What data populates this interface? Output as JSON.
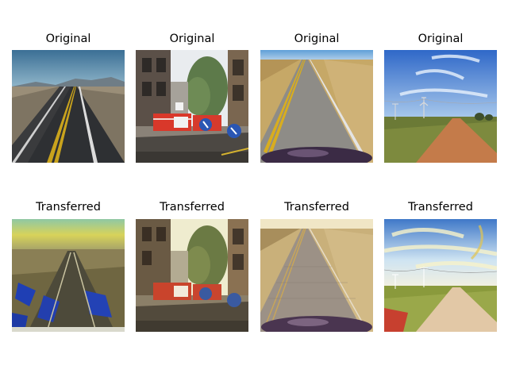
{
  "figure": {
    "rows": [
      {
        "panels": [
          {
            "title": "Original",
            "scene": "desert-highway"
          },
          {
            "title": "Original",
            "scene": "roadworks-barriers"
          },
          {
            "title": "Original",
            "scene": "rural-road-dashcam"
          },
          {
            "title": "Original",
            "scene": "dirt-road-powerlines"
          }
        ]
      },
      {
        "panels": [
          {
            "title": "Transferred",
            "scene": "desert-highway-stylized"
          },
          {
            "title": "Transferred",
            "scene": "roadworks-barriers-stylized"
          },
          {
            "title": "Transferred",
            "scene": "rural-road-dashcam-stylized"
          },
          {
            "title": "Transferred",
            "scene": "dirt-road-powerlines-stylized"
          }
        ]
      }
    ]
  }
}
